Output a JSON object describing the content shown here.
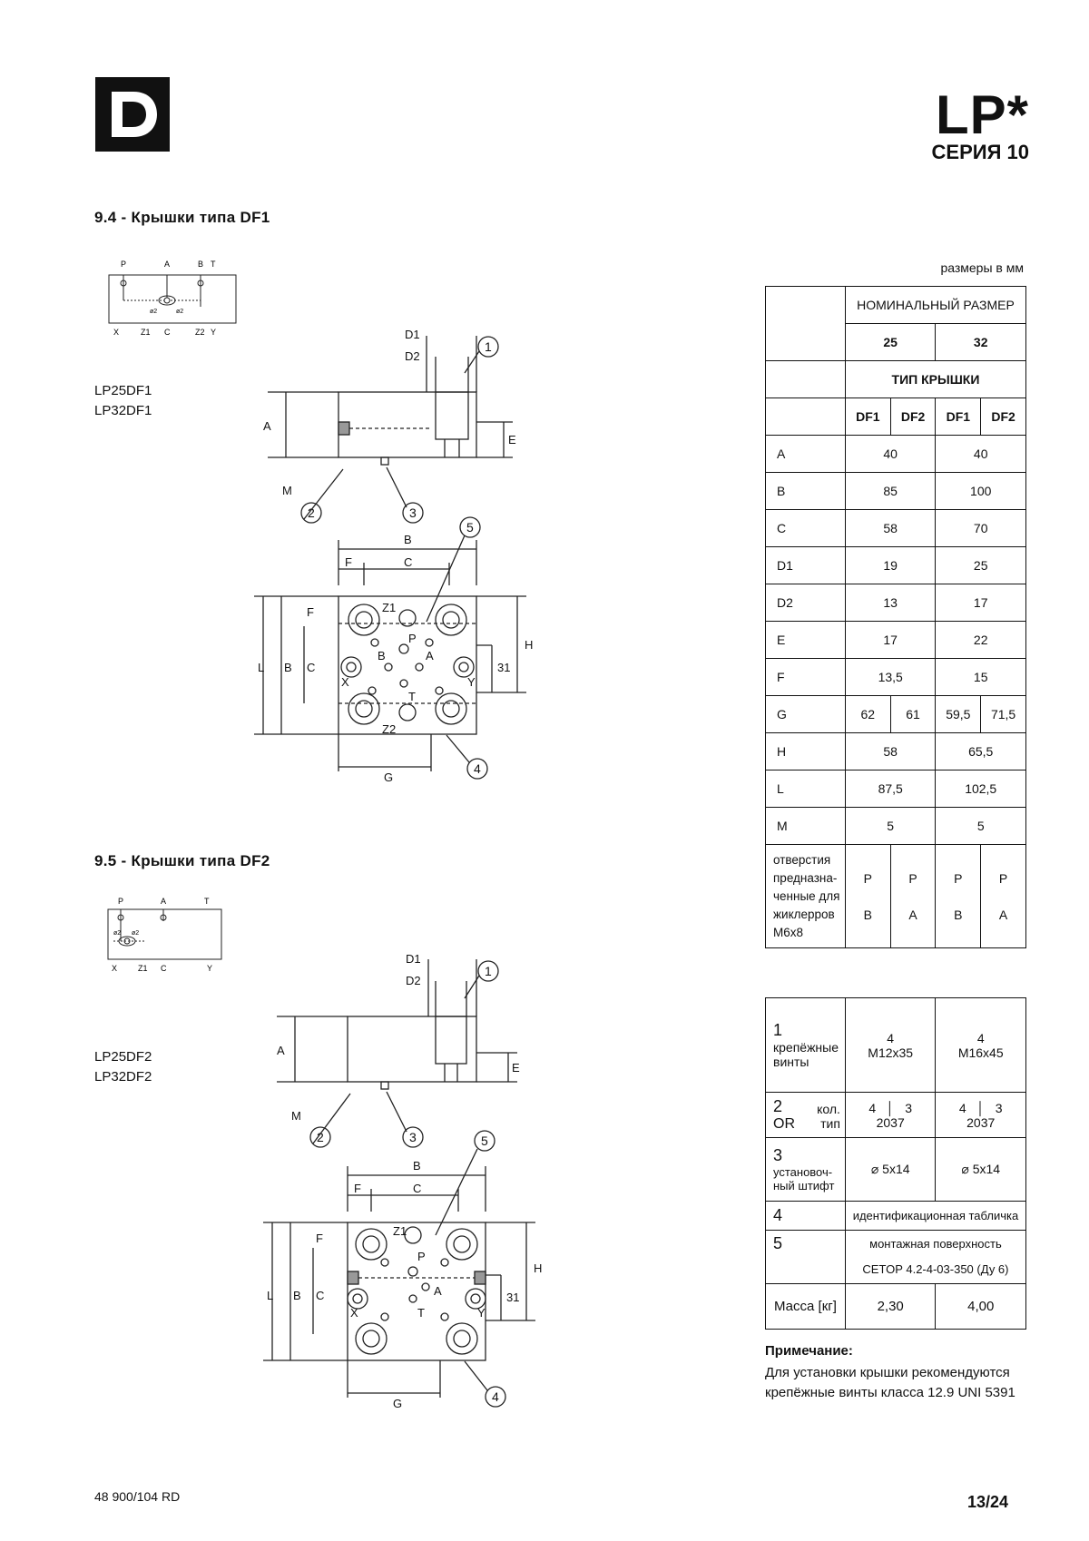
{
  "header": {
    "title": "LP*",
    "series": "СЕРИЯ 10"
  },
  "sections": {
    "df1": {
      "title": "9.4 - Крышки типа DF1",
      "models": [
        "LP25DF1",
        "LP32DF1"
      ],
      "schematic_labels": [
        "P",
        "A",
        "B",
        "T",
        "X",
        "Z1",
        "C",
        "Z2",
        "Y",
        "ø2",
        "ø2"
      ],
      "drawing_labels": [
        "D1",
        "D2",
        "A",
        "E",
        "M",
        "B",
        "F",
        "C",
        "L",
        "H",
        "31",
        "G",
        "Z1",
        "Z2",
        "P",
        "A",
        "B",
        "T",
        "X",
        "Y",
        "1",
        "2",
        "3",
        "4",
        "5"
      ]
    },
    "df2": {
      "title": "9.5 - Крышки типа DF2",
      "models": [
        "LP25DF2",
        "LP32DF2"
      ],
      "schematic_labels": [
        "P",
        "A",
        "T",
        "X",
        "Z1",
        "C",
        "Y",
        "ø2",
        "ø2"
      ],
      "drawing_labels": [
        "D1",
        "D2",
        "A",
        "E",
        "M",
        "B",
        "F",
        "C",
        "L",
        "H",
        "31",
        "G",
        "Z1",
        "P",
        "A",
        "T",
        "X",
        "Y",
        "1",
        "2",
        "3",
        "4",
        "5"
      ]
    }
  },
  "units_label": "размеры в мм",
  "table": {
    "nominal_header": "НОМИНАЛЬНЫЙ РАЗМЕР",
    "sizes": [
      "25",
      "32"
    ],
    "cover_type_header": "ТИП КРЫШКИ",
    "types": [
      "DF1",
      "DF2",
      "DF1",
      "DF2"
    ],
    "rows": [
      {
        "label": "A",
        "v25": "40",
        "v32": "40"
      },
      {
        "label": "B",
        "v25": "85",
        "v32": "100"
      },
      {
        "label": "C",
        "v25": "58",
        "v32": "70"
      },
      {
        "label": "D1",
        "v25": "19",
        "v32": "25"
      },
      {
        "label": "D2",
        "v25": "13",
        "v32": "17"
      },
      {
        "label": "E",
        "v25": "17",
        "v32": "22"
      },
      {
        "label": "F",
        "v25": "13,5",
        "v32": "15"
      },
      {
        "label": "G",
        "split": [
          "62",
          "61",
          "59,5",
          "71,5"
        ]
      },
      {
        "label": "H",
        "v25": "58",
        "v32": "65,5"
      },
      {
        "label": "L",
        "v25": "87,5",
        "v32": "102,5"
      },
      {
        "label": "M",
        "v25": "5",
        "v32": "5"
      }
    ],
    "jet_label": "отверстия предназна-ченные для жиклерров М6x8",
    "jet_values": [
      [
        "P",
        "B"
      ],
      [
        "P",
        "A"
      ],
      [
        "P",
        "B"
      ],
      [
        "P",
        "A"
      ]
    ]
  },
  "info": {
    "screws": {
      "num": "1",
      "label": "крепёжные винты",
      "v25": "4\nM12x35",
      "v32": "4\nM16x45"
    },
    "or": {
      "num": "2",
      "name": "OR",
      "qty_label": "кол.",
      "type_label": "тип",
      "qty": [
        "4",
        "3",
        "4",
        "3"
      ],
      "type": [
        "2037",
        "2037"
      ]
    },
    "pin": {
      "num": "3",
      "label": "установоч-ный штифт",
      "v25": "⌀ 5x14",
      "v32": "⌀ 5x14"
    },
    "plate": {
      "num": "4",
      "text": "идентификационная табличка"
    },
    "surface": {
      "num": "5",
      "text1": "монтажная поверхность",
      "text2": "CETOP 4.2-4-03-350  (Ду 6)"
    },
    "mass": {
      "label": "Масса [кг]",
      "v25": "2,30",
      "v32": "4,00"
    }
  },
  "note": {
    "title": "Примечание:",
    "text": "Для установки крышки рекомендуются крепёжные винты класса 12.9 UNI 5391"
  },
  "footer": {
    "code": "48 900/104 RD",
    "page": "13/24"
  }
}
